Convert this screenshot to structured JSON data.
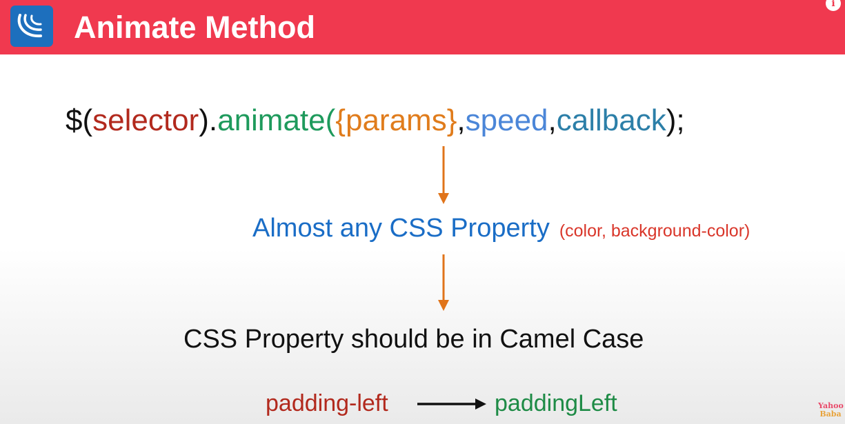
{
  "header": {
    "title": "Animate Method",
    "logo_icon": "jquery-logo-icon",
    "info_icon": "info-icon",
    "info_glyph": "i",
    "background_color": "#f0394f"
  },
  "syntax": {
    "dollar": "$(",
    "selector": "selector",
    "close_dot": ").",
    "animate": "animate",
    "open_paren": "(",
    "params": "{params}",
    "comma1": ",",
    "speed": "speed",
    "comma2": ",",
    "callback": "callback",
    "end": ");"
  },
  "property_note": {
    "main": "Almost any CSS Property",
    "example": "(color, background-color)"
  },
  "camel_note": "CSS Property should be in Camel Case",
  "example": {
    "from": "padding-left",
    "to": "paddingLeft"
  },
  "watermark": {
    "line1": "Yahoo",
    "line2": "Baba"
  },
  "colors": {
    "selector": "#b2291d",
    "animate": "#1e9a5c",
    "params": "#e07c1c",
    "speed": "#4b86d8",
    "callback": "#2c7fa8",
    "property": "#1a6dc6",
    "example_red": "#d9362a",
    "arrow": "#e0741a"
  }
}
